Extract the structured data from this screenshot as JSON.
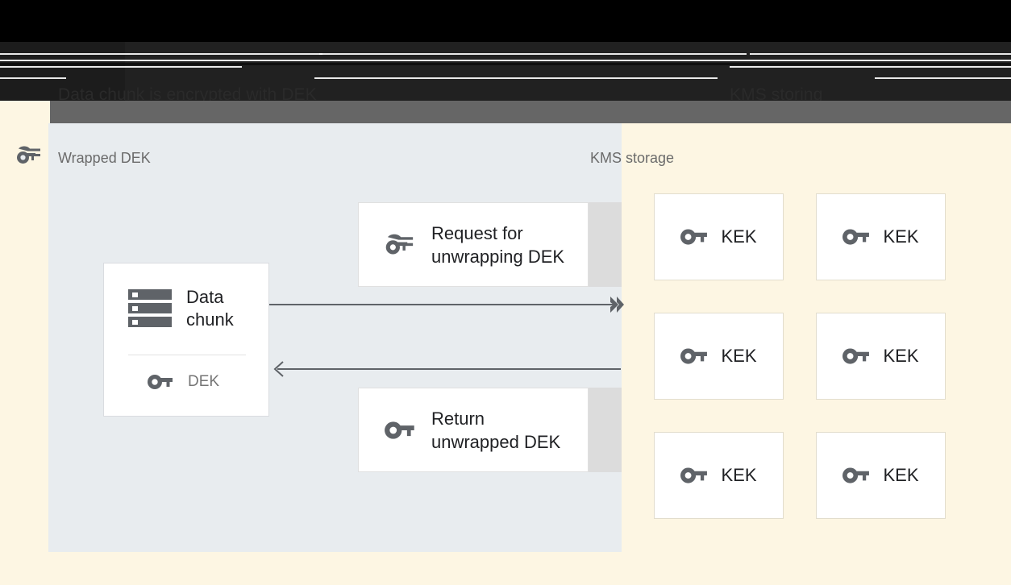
{
  "header": {
    "left_caption": "Data chunk is encrypted with DEK\nand stored with wrapped DEK",
    "right_caption": "KMS storing\ninternally the KEK"
  },
  "colors": {
    "page_background": "#fdf6e3",
    "left_panel": "#e8ecef",
    "card_background": "#ffffff",
    "band_gray": "#dcdcdc",
    "icon_gray": "#5f6368",
    "text_primary": "#202124",
    "text_muted": "#6b6b6b",
    "header_black": "#000000",
    "header_dark": "#212121",
    "header_gray": "#666666"
  },
  "left_panel": {
    "title": "Wrapped DEK",
    "title_icon": "wrapped-key-icon",
    "data_chunk_card": {
      "icon": "storage-chunk-icon",
      "label": "Data\nchunk",
      "dek_icon": "key-icon",
      "dek_label": "DEK"
    },
    "messages": [
      {
        "icon": "wrapped-key-icon",
        "label": "Request for\nunwrapping DEK"
      },
      {
        "icon": "key-icon",
        "label": "Return\nunwrapped DEK"
      }
    ],
    "arrows": [
      {
        "name": "request-arrow",
        "direction": "right"
      },
      {
        "name": "return-arrow",
        "direction": "left"
      }
    ]
  },
  "right_panel": {
    "title": "KMS storage",
    "kek_cards": [
      {
        "icon": "key-icon",
        "label": "KEK"
      },
      {
        "icon": "key-icon",
        "label": "KEK"
      },
      {
        "icon": "key-icon",
        "label": "KEK"
      },
      {
        "icon": "key-icon",
        "label": "KEK"
      },
      {
        "icon": "key-icon",
        "label": "KEK"
      },
      {
        "icon": "key-icon",
        "label": "KEK"
      }
    ]
  }
}
